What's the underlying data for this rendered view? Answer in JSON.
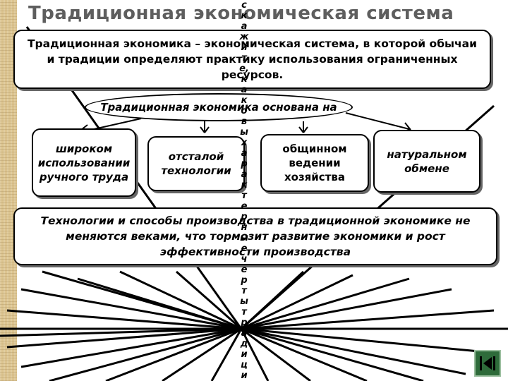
{
  "title": "Традиционная экономическая система",
  "definition": "Традиционная экономика – экономическая система, в которой обычаи и традиции определяют практику использования ограниченных ресурсов.",
  "based_on": "Традиционная экономика основана на",
  "items": [
    "широком использовании ручного труда",
    "отсталой технологии",
    "общинном ведении хозяйства",
    "натуральном обмене"
  ],
  "conclusion": "Технологии и способы производства в традиционной экономике не меняются веками, что тормозит развитие экономики и рост эффективности производства",
  "overlay_text": "скажите,каковы характерные черты традиционной экономики",
  "nav_icon": "return-icon"
}
